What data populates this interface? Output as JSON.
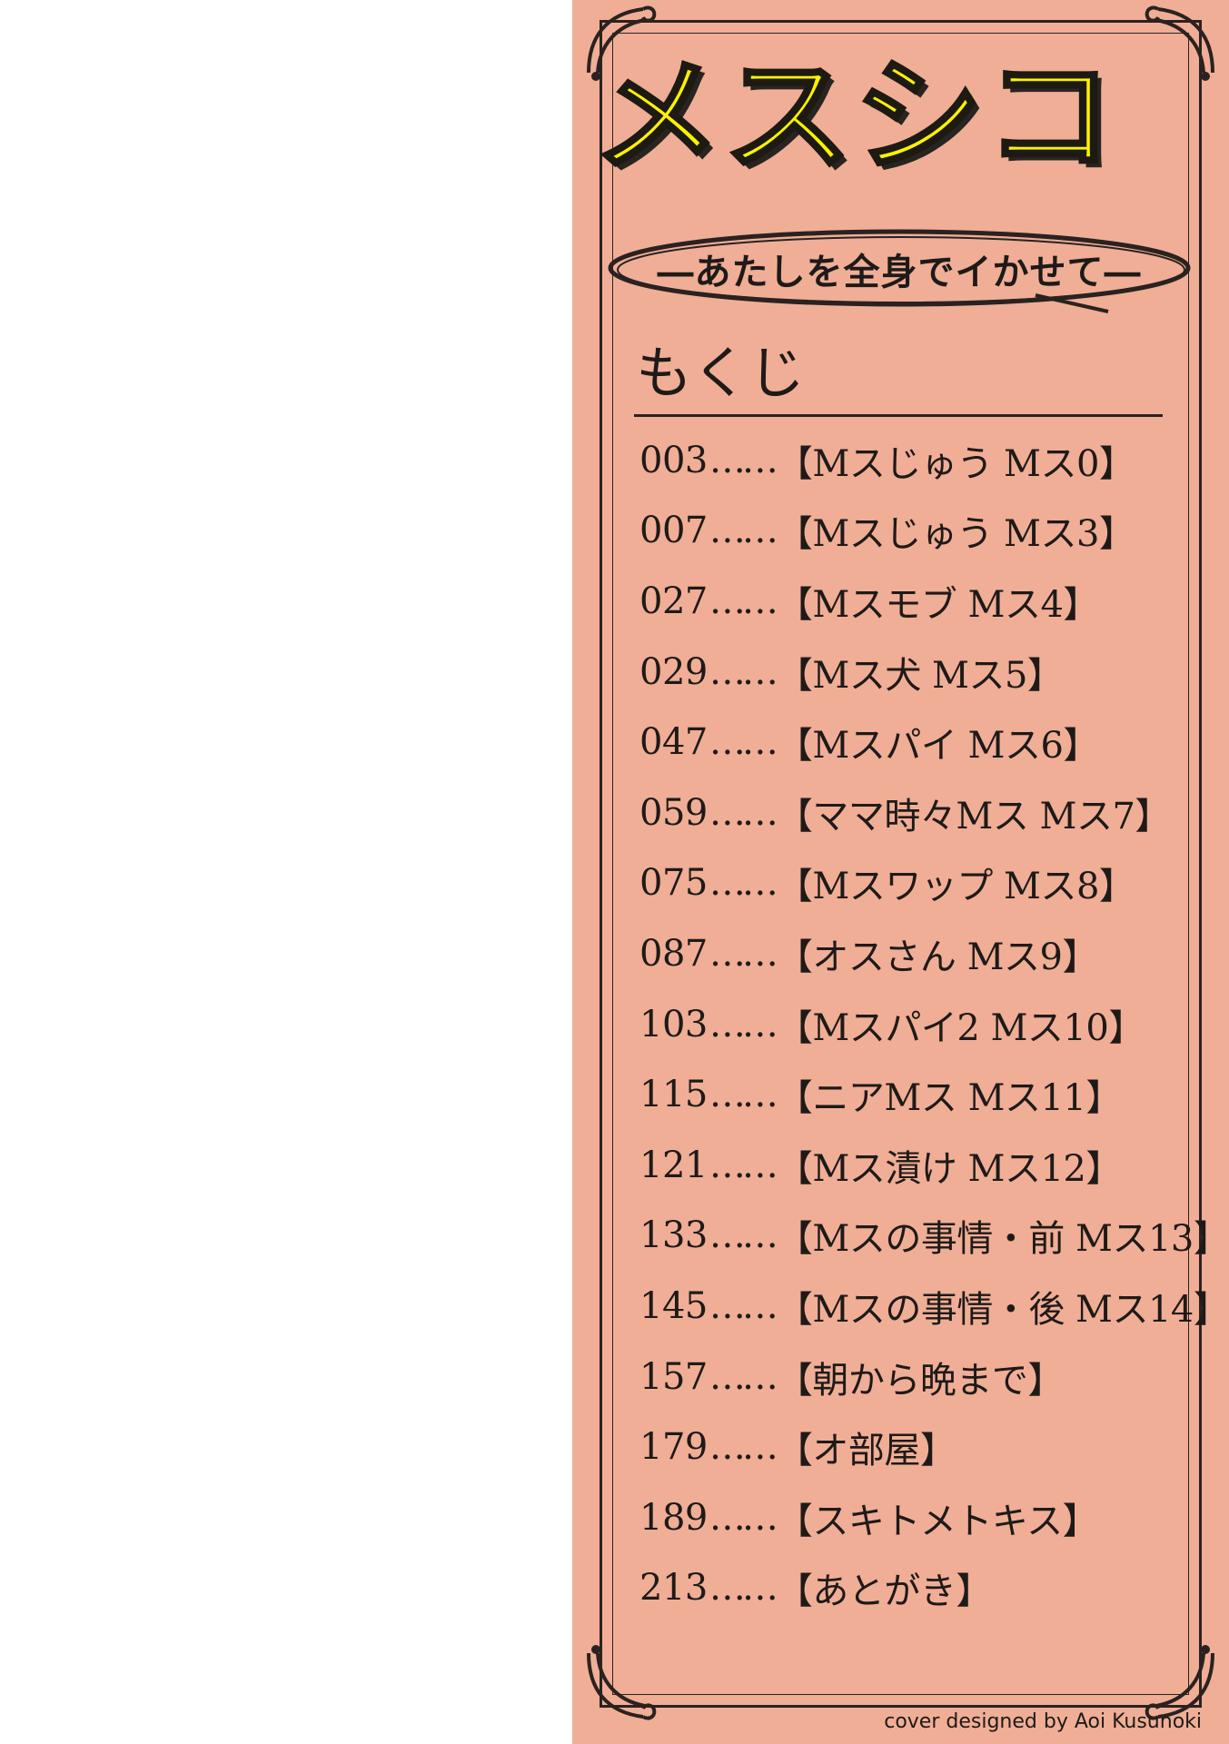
{
  "cover": {
    "title": "メスシコ",
    "subtitle": "―あたしを全身でイかせて―",
    "colors": {
      "panel": "#f0ae96",
      "title_fill": "#fff200",
      "ink": "#1e1a18"
    }
  },
  "toc": {
    "heading": "もくじ",
    "entries": [
      {
        "page": "003",
        "dots": "……",
        "chapter": "【Mスじゅう Mス0】"
      },
      {
        "page": "007",
        "dots": "……",
        "chapter": "【Mスじゅう Mス3】"
      },
      {
        "page": "027",
        "dots": "……",
        "chapter": "【Mスモブ Mス4】"
      },
      {
        "page": "029",
        "dots": "……",
        "chapter": "【Mス犬 Mス5】"
      },
      {
        "page": "047",
        "dots": "……",
        "chapter": "【Mスパイ Mス6】"
      },
      {
        "page": "059",
        "dots": "……",
        "chapter": "【ママ時々Mス Mス7】"
      },
      {
        "page": "075",
        "dots": "……",
        "chapter": "【Mスワップ Mス8】"
      },
      {
        "page": "087",
        "dots": "……",
        "chapter": "【オスさん Mス9】"
      },
      {
        "page": "103",
        "dots": "……",
        "chapter": "【Mスパイ2 Mス10】"
      },
      {
        "page": "115",
        "dots": "……",
        "chapter": "【ニアMス Mス11】"
      },
      {
        "page": "121",
        "dots": "……",
        "chapter": "【Mス漬け Mス12】"
      },
      {
        "page": "133",
        "dots": "……",
        "chapter": "【Mスの事情・前 Mス13】"
      },
      {
        "page": "145",
        "dots": "……",
        "chapter": "【Mスの事情・後 Mス14】"
      },
      {
        "page": "157",
        "dots": "……",
        "chapter": "【朝から晩まで】"
      },
      {
        "page": "179",
        "dots": "……",
        "chapter": "【オ部屋】"
      },
      {
        "page": "189",
        "dots": "……",
        "chapter": "【スキトメトキス】"
      },
      {
        "page": "213",
        "dots": "……",
        "chapter": "【あとがき】"
      }
    ]
  },
  "credit": "cover designed by Aoi Kusunoki",
  "icons": [
    "ornament-corner-icon"
  ]
}
